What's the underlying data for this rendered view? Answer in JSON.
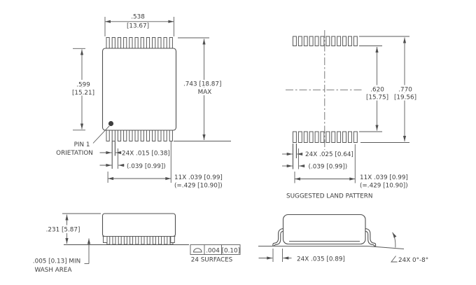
{
  "colors": {
    "line": "#5a5a5a",
    "text": "#3e3e3e",
    "background": "#ffffff"
  },
  "top_view": {
    "dim_width_in": ".538",
    "dim_width_mm": "[13.67]",
    "dim_body_in": ".599",
    "dim_body_mm": "[15.21]",
    "dim_overall": ".743 [18.87]",
    "dim_overall_qualifier": "MAX",
    "pin1_line1": "PIN 1",
    "pin1_line2": "ORIETATION",
    "dim_lead_width": "24X .015 [0.38]",
    "dim_lead_pitch": "(.039 [0.99])",
    "dim_lead_span": "11X .039 [0.99]",
    "dim_lead_span_total": "(=.429 [10.90])"
  },
  "land_pattern": {
    "dim_inner_in": ".620",
    "dim_inner_mm": "[15.75]",
    "dim_outer_in": ".770",
    "dim_outer_mm": "[19.56]",
    "dim_pad_width": "24X .025 [0.64]",
    "dim_pad_pitch": "(.039 [0.99])",
    "dim_pad_span": "11X .039 [0.99]",
    "dim_pad_span_total": "(=.429 [10.90])",
    "caption": "SUGGESTED LAND PATTERN"
  },
  "front_view": {
    "dim_height": ".231 [5.87]",
    "wash_line1": ".005 [0.13] MIN",
    "wash_line2": "WASH AREA",
    "flatness_value": ".004",
    "flatness_tolerance": "[0.10]",
    "flatness_note": "24 SURFACES"
  },
  "side_view": {
    "dim_foot_length": "24X .035 [0.89]",
    "dim_lead_angle": "24X 0°-8°"
  }
}
